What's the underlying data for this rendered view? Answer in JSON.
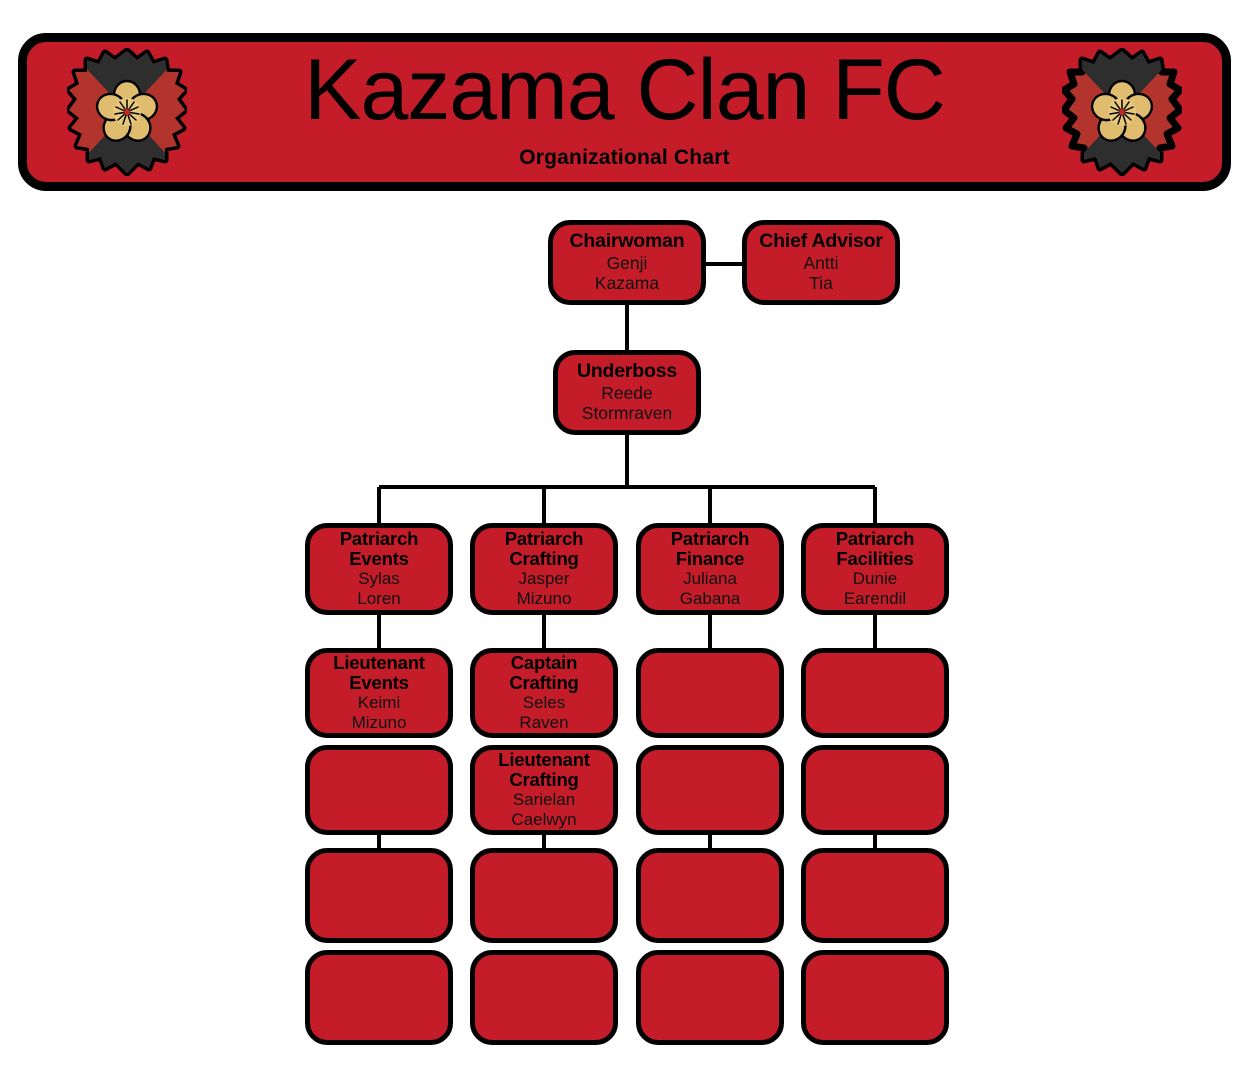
{
  "header": {
    "title": "Kazama Clan FC",
    "subtitle": "Organizational Chart",
    "crest_left_name": "kazama-clan-crest-left",
    "crest_right_name": "kazama-clan-crest-right"
  },
  "colors": {
    "node_fill": "#c41c29",
    "node_border": "#000000",
    "crest_red": "#b3342c",
    "crest_dark": "#2e2e2e",
    "crest_gold": "#e8c87a",
    "page_background": "#ffffff"
  },
  "chart_data": {
    "type": "diagram",
    "title": "Kazama Clan FC",
    "subtitle": "Organizational Chart",
    "nodes": [
      {
        "id": "chairwoman",
        "role": "Chairwoman",
        "person_first": "Genji",
        "person_last": "Kazama",
        "level": 0,
        "column": null
      },
      {
        "id": "chief-advisor",
        "role": "Chief Advisor",
        "person_first": "Antti",
        "person_last": "Tia",
        "level": 0,
        "column": null
      },
      {
        "id": "underboss",
        "role": "Underboss",
        "person_first": "Reede",
        "person_last": "Stormraven",
        "level": 1,
        "column": null
      },
      {
        "id": "patriarch-events",
        "role_line1": "Patriarch",
        "role_line2": "Events",
        "person_first": "Sylas",
        "person_last": "Loren",
        "level": 2,
        "column": 1
      },
      {
        "id": "patriarch-crafting",
        "role_line1": "Patriarch",
        "role_line2": "Crafting",
        "person_first": "Jasper",
        "person_last": "Mizuno",
        "level": 2,
        "column": 2
      },
      {
        "id": "patriarch-finance",
        "role_line1": "Patriarch",
        "role_line2": "Finance",
        "person_first": "Juliana",
        "person_last": "Gabana",
        "level": 2,
        "column": 3
      },
      {
        "id": "patriarch-facilities",
        "role_line1": "Patriarch",
        "role_line2": "Facilities",
        "person_first": "Dunie",
        "person_last": "Earendil",
        "level": 2,
        "column": 4
      },
      {
        "id": "lieutenant-events",
        "role_line1": "Lieutenant",
        "role_line2": "Events",
        "person_first": "Keimi",
        "person_last": "Mizuno",
        "level": 3,
        "column": 1
      },
      {
        "id": "captain-crafting",
        "role_line1": "Captain",
        "role_line2": "Crafting",
        "person_first": "Seles",
        "person_last": "Raven",
        "level": 3,
        "column": 2
      },
      {
        "id": "r3c3-empty",
        "role_line1": "",
        "role_line2": "",
        "person_first": "",
        "person_last": "",
        "level": 3,
        "column": 3
      },
      {
        "id": "r3c4-empty",
        "role_line1": "",
        "role_line2": "",
        "person_first": "",
        "person_last": "",
        "level": 3,
        "column": 4
      },
      {
        "id": "r4c1-empty",
        "role_line1": "",
        "role_line2": "",
        "person_first": "",
        "person_last": "",
        "level": 4,
        "column": 1
      },
      {
        "id": "lieutenant-crafting",
        "role_line1": "Lieutenant",
        "role_line2": "Crafting",
        "person_first": "Sarielan",
        "person_last": "Caelwyn",
        "level": 4,
        "column": 2
      },
      {
        "id": "r4c3-empty",
        "role_line1": "",
        "role_line2": "",
        "person_first": "",
        "person_last": "",
        "level": 4,
        "column": 3
      },
      {
        "id": "r4c4-empty",
        "role_line1": "",
        "role_line2": "",
        "person_first": "",
        "person_last": "",
        "level": 4,
        "column": 4
      },
      {
        "id": "r5c1-empty",
        "role_line1": "",
        "role_line2": "",
        "person_first": "",
        "person_last": "",
        "level": 5,
        "column": 1
      },
      {
        "id": "r5c2-empty",
        "role_line1": "",
        "role_line2": "",
        "person_first": "",
        "person_last": "",
        "level": 5,
        "column": 2
      },
      {
        "id": "r5c3-empty",
        "role_line1": "",
        "role_line2": "",
        "person_first": "",
        "person_last": "",
        "level": 5,
        "column": 3
      },
      {
        "id": "r5c4-empty",
        "role_line1": "",
        "role_line2": "",
        "person_first": "",
        "person_last": "",
        "level": 5,
        "column": 4
      },
      {
        "id": "r6c1-empty",
        "role_line1": "",
        "role_line2": "",
        "person_first": "",
        "person_last": "",
        "level": 6,
        "column": 1
      },
      {
        "id": "r6c2-empty",
        "role_line1": "",
        "role_line2": "",
        "person_first": "",
        "person_last": "",
        "level": 6,
        "column": 2
      },
      {
        "id": "r6c3-empty",
        "role_line1": "",
        "role_line2": "",
        "person_first": "",
        "person_last": "",
        "level": 6,
        "column": 3
      },
      {
        "id": "r6c4-empty",
        "role_line1": "",
        "role_line2": "",
        "person_first": "",
        "person_last": "",
        "level": 6,
        "column": 4
      }
    ]
  },
  "nodes": {
    "chairwoman": {
      "role": "Chairwoman",
      "first": "Genji",
      "last": "Kazama"
    },
    "chief_advisor": {
      "role": "Chief Advisor",
      "first": "Antti",
      "last": "Tia"
    },
    "underboss": {
      "role": "Underboss",
      "first": "Reede",
      "last": "Stormraven"
    },
    "patriarch_events": {
      "role1": "Patriarch",
      "role2": "Events",
      "first": "Sylas",
      "last": "Loren"
    },
    "patriarch_crafting": {
      "role1": "Patriarch",
      "role2": "Crafting",
      "first": "Jasper",
      "last": "Mizuno"
    },
    "patriarch_finance": {
      "role1": "Patriarch",
      "role2": "Finance",
      "first": "Juliana",
      "last": "Gabana"
    },
    "patriarch_facilities": {
      "role1": "Patriarch",
      "role2": "Facilities",
      "first": "Dunie",
      "last": "Earendil"
    },
    "lieutenant_events": {
      "role1": "Lieutenant",
      "role2": "Events",
      "first": "Keimi",
      "last": "Mizuno"
    },
    "captain_crafting": {
      "role1": "Captain",
      "role2": "Crafting",
      "first": "Seles",
      "last": "Raven"
    },
    "lieutenant_crafting": {
      "role1": "Lieutenant",
      "role2": "Crafting",
      "first": "Sarielan",
      "last": "Caelwyn"
    }
  }
}
